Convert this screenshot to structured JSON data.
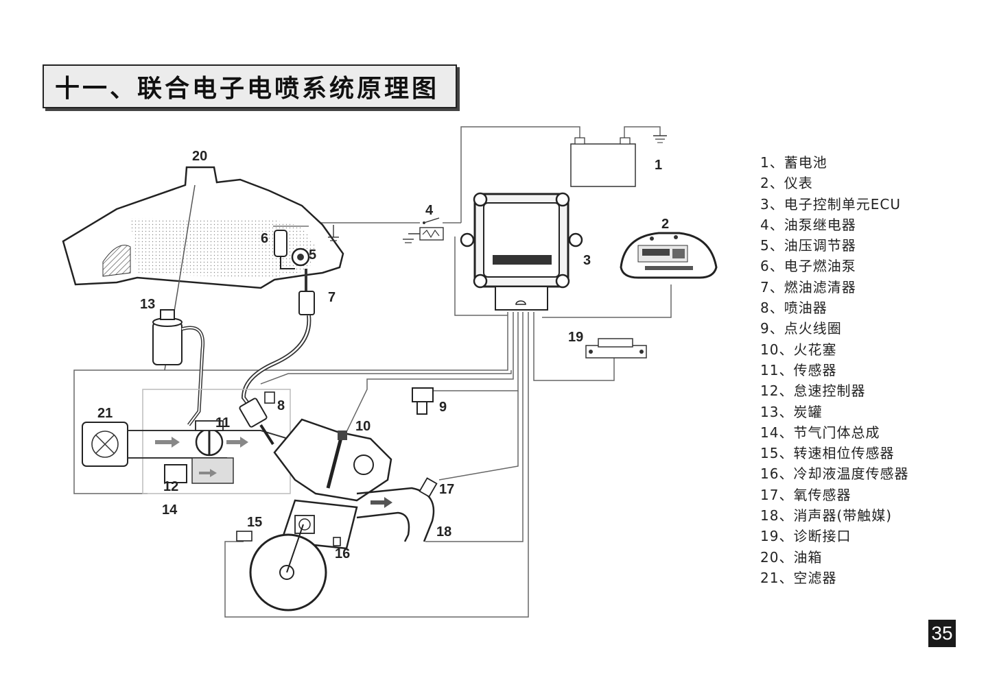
{
  "title": "十一、联合电子电喷系统原理图",
  "page_number": "35",
  "diagram": {
    "callouts": {
      "c1": "1",
      "c2": "2",
      "c3": "3",
      "c4": "4",
      "c5": "5",
      "c6": "6",
      "c7": "7",
      "c8": "8",
      "c9": "9",
      "c10": "10",
      "c11": "11",
      "c12": "12",
      "c13": "13",
      "c14": "14",
      "c15": "15",
      "c16": "16",
      "c17": "17",
      "c18": "18",
      "c19": "19",
      "c20": "20",
      "c21": "21"
    }
  },
  "legend": [
    "1、蓄电池",
    "2、仪表",
    "3、电子控制单元ECU",
    "4、油泵继电器",
    "5、油压调节器",
    "6、电子燃油泵",
    "7、燃油滤清器",
    "8、喷油器",
    "9、点火线圈",
    "10、火花塞",
    "11、传感器",
    "12、怠速控制器",
    "13、炭罐",
    "14、节气门体总成",
    "15、转速相位传感器",
    "16、冷却液温度传感器",
    "17、氧传感器",
    "18、消声器(带触媒)",
    "19、诊断接口",
    "20、油箱",
    "21、空滤器"
  ]
}
